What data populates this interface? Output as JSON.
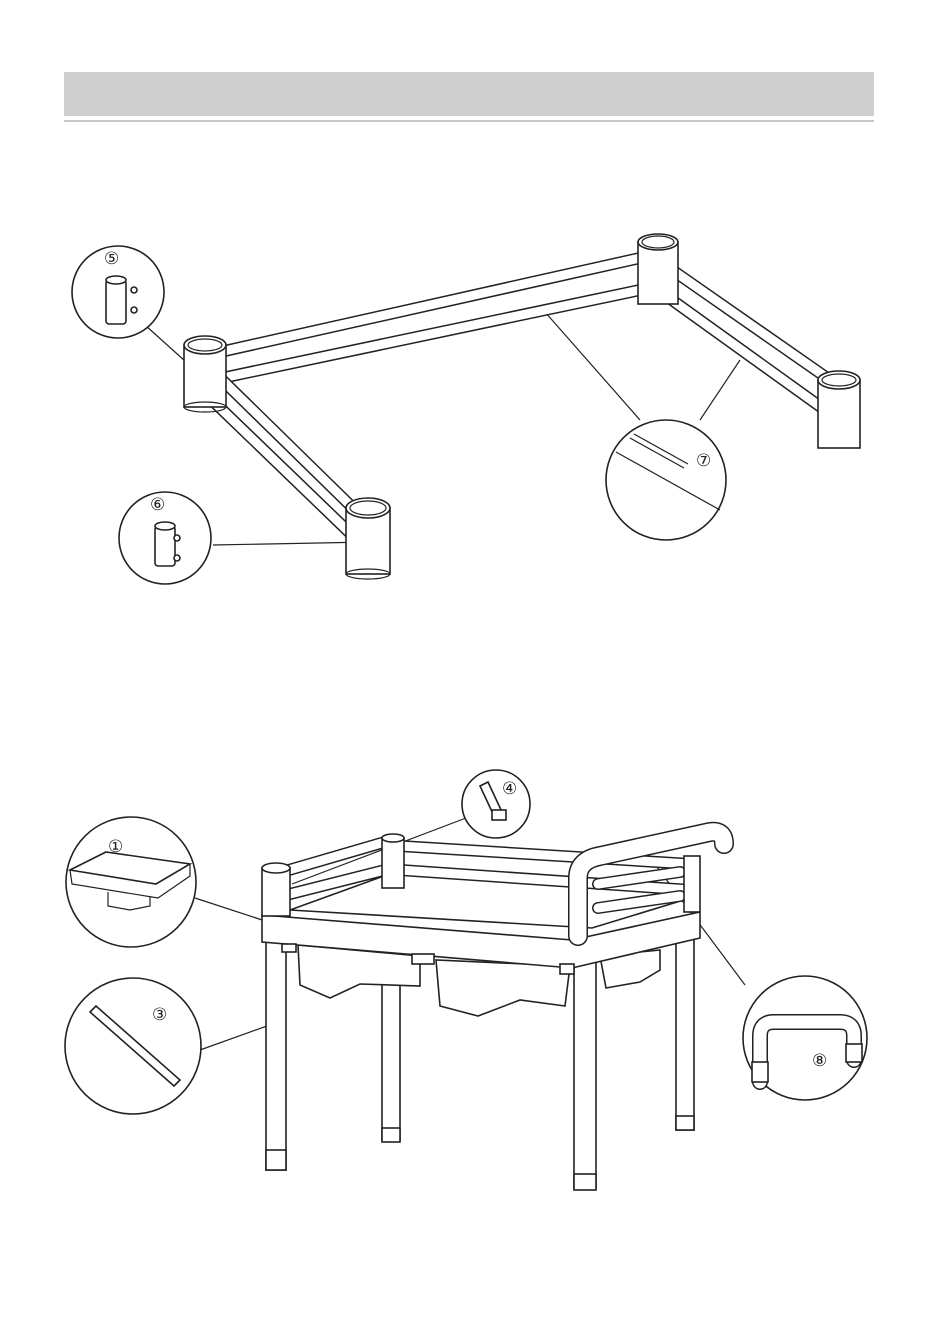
{
  "header": {
    "title": ""
  },
  "top_figure": {
    "callouts": [
      {
        "id": "part-5",
        "label": "⑤"
      },
      {
        "id": "part-6",
        "label": "⑥"
      },
      {
        "id": "part-7",
        "label": "⑦"
      }
    ]
  },
  "bottom_figure": {
    "callouts": [
      {
        "id": "part-1",
        "label": "①"
      },
      {
        "id": "part-3",
        "label": "③"
      },
      {
        "id": "part-4",
        "label": "④"
      },
      {
        "id": "part-8",
        "label": "⑧"
      }
    ]
  }
}
